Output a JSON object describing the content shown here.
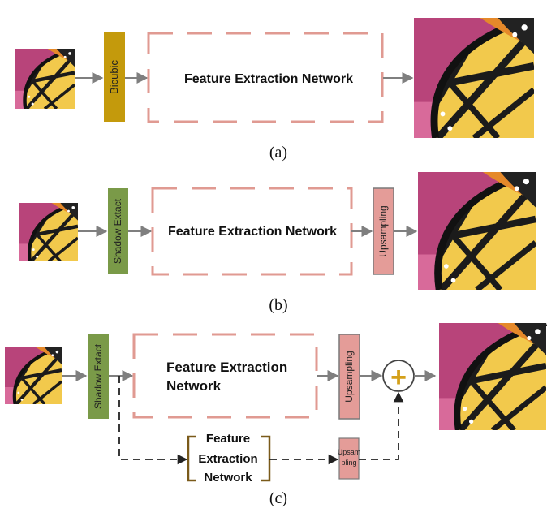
{
  "colors": {
    "bicubic": "#c49a0c",
    "shadow": "#7a9a48",
    "upsampling": "#e49c98",
    "dashed_box": "#e09a92",
    "bracket": "#7a5a1a",
    "plus": "#d4a01a",
    "arrow": "#7f7f7f",
    "dash_arrow": "#222222"
  },
  "icons": {
    "butterfly_image": "butterfly-image-icon",
    "sum_node": "plus-circle-icon"
  },
  "panel_a": {
    "bicubic_label": "Bicubic",
    "network_label": "Feature Extraction Network",
    "caption": "(a)"
  },
  "panel_b": {
    "shadow_label": "Shadow Extact",
    "network_label": "Feature Extraction Network",
    "upsampling_label": "Upsampling",
    "caption": "(b)"
  },
  "panel_c": {
    "shadow_label": "Shadow Extact",
    "network_line1": "Feature Extraction",
    "network_line2": "Network",
    "upsampling_label": "Upsampling",
    "small_network_line1": "Feature",
    "small_network_line2": "Extraction",
    "small_network_line3": "Network",
    "small_upsampling_line1": "Upsam",
    "small_upsampling_line2": "pling",
    "plus_symbol": "+",
    "caption": "(c)"
  }
}
